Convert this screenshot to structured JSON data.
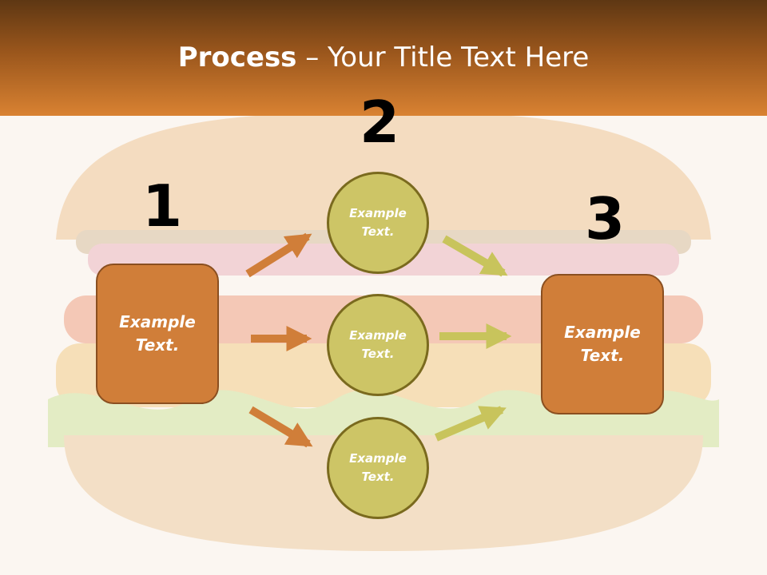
{
  "slide": {
    "title_bold": "Process",
    "title_rest": " – Your Title Text Here"
  },
  "steps": {
    "n1": "1",
    "n2": "2",
    "n3": "3"
  },
  "left_box": {
    "text": "Example\nText."
  },
  "right_box": {
    "text": "Example\nText."
  },
  "circles": [
    {
      "text": "Example\nText."
    },
    {
      "text": "Example\nText."
    },
    {
      "text": "Example\nText."
    }
  ],
  "colors": {
    "header_dark": "#5e3713",
    "header_light": "#d98232",
    "box_fill": "#d07e39",
    "circle_fill": "#cdc566",
    "arrow_orange": "#d07e39",
    "arrow_green": "#c8c45c"
  }
}
